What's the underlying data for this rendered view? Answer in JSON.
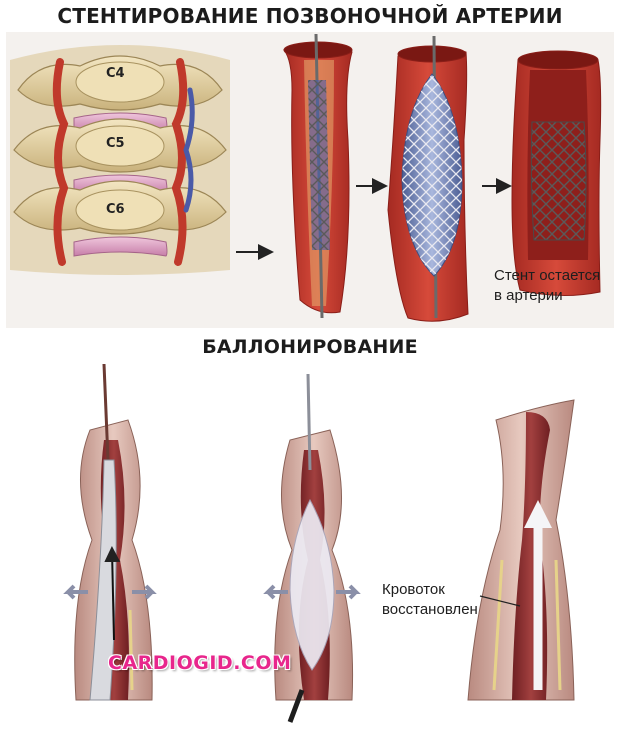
{
  "title": "СТЕНТИРОВАНИЕ ПОЗВОНОЧНОЙ АРТЕРИИ",
  "subtitle": "БАЛЛОНИРОВАНИЕ",
  "vertebrae": [
    "C4",
    "C5",
    "C6"
  ],
  "stent_caption": {
    "line1": "Стент остается",
    "line2": "в артерии"
  },
  "flow_caption": {
    "line1": "Кровоток",
    "line2": "восстановлен"
  },
  "watermark": "CARDIOGID.COM",
  "colors": {
    "artery_wall": "#c0392b",
    "artery_lumen": "#8e1f1b",
    "bone": "#e6d3a3",
    "disc": "#d99fc0",
    "balloon": "#6f84b8",
    "watermark": "#e8268c"
  }
}
